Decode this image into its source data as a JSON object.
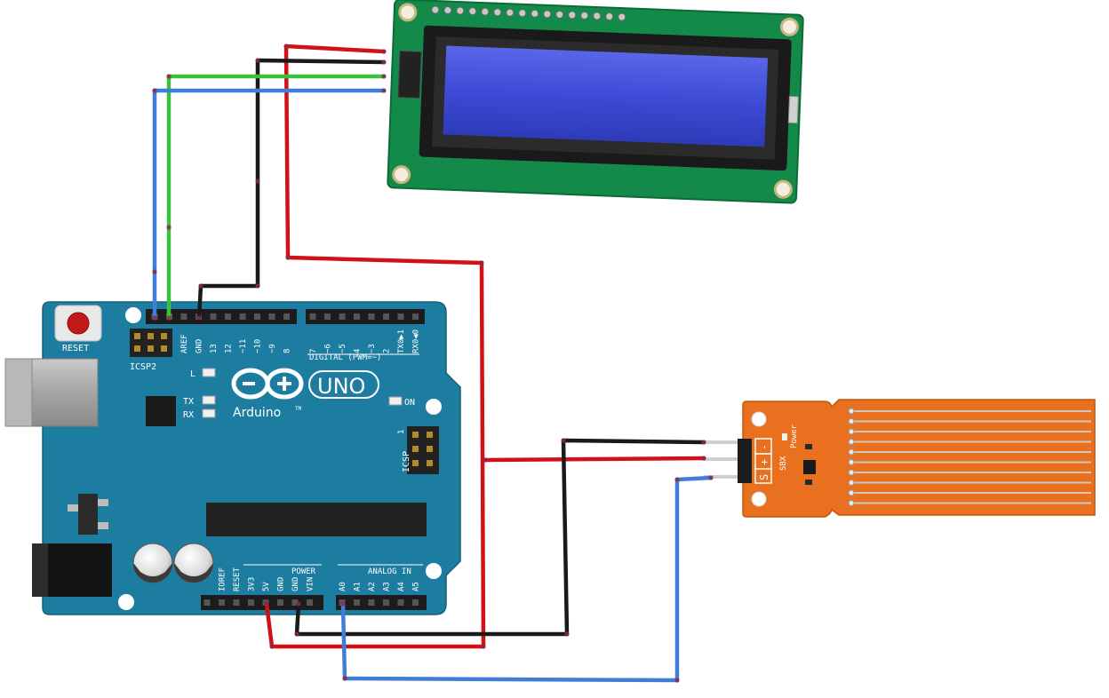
{
  "arduino": {
    "reset_label": "RESET",
    "icsp2_label": "ICSP2",
    "icsp_label": "ICSP",
    "icsp_pin1": "1",
    "led_l": "L",
    "led_tx": "TX",
    "led_rx": "RX",
    "led_on": "ON",
    "brand": "Arduino",
    "tm": "TM",
    "model": "UNO",
    "digital_header": "DIGITAL (PWM=~)",
    "digital_pins": [
      "AREF",
      "GND",
      "13",
      "12",
      "~11",
      "~10",
      "~9",
      "8",
      "7",
      "~6",
      "~5",
      "4",
      "~3",
      "2",
      "TX0▶1",
      "RX0◀0"
    ],
    "power_header": "POWER",
    "analog_header": "ANALOG IN",
    "power_pins": [
      "IOREF",
      "RESET",
      "3V3",
      "5V",
      "GND",
      "GND",
      "VIN"
    ],
    "analog_pins": [
      "A0",
      "A1",
      "A2",
      "A3",
      "A4",
      "A5"
    ]
  },
  "water_sensor": {
    "pin_labels": [
      "S",
      "+",
      "-"
    ],
    "power_label": "Power",
    "board_label": "SBX"
  },
  "colors": {
    "board": "#1d7da0",
    "board_dark": "#15607c",
    "wire_red": "#d01216",
    "wire_black": "#1a1a1a",
    "wire_blue": "#3e7ed8",
    "wire_green": "#3cc23a",
    "lcd_pcb": "#138a4a",
    "lcd_screen": "#3d4bd6",
    "sensor": "#e8701e"
  }
}
